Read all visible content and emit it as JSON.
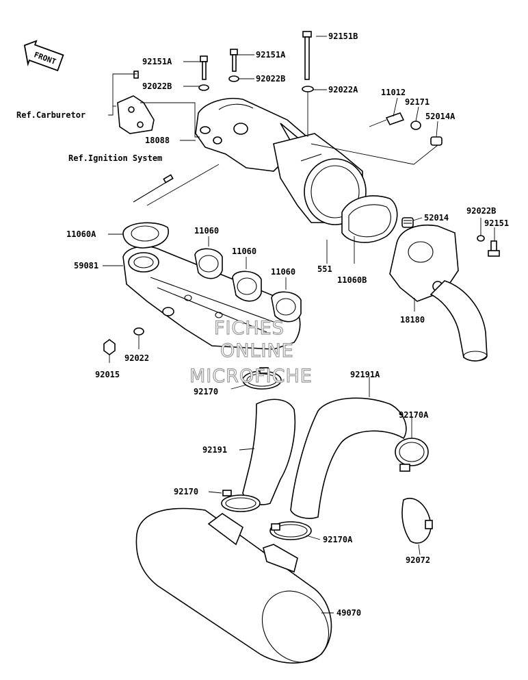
{
  "front_label": "FRONT",
  "refs": {
    "carburetor": "Ref.Carburetor",
    "ignition": "Ref.Ignition System"
  },
  "watermark": {
    "line1": "FICHES",
    "line2": "ONLINE",
    "line3": "MICROFICHE"
  },
  "part_labels": {
    "p92151B": "92151B",
    "p92151A_a": "92151A",
    "p92151A_b": "92151A",
    "p92022B_a": "92022B",
    "p92022B_b": "92022B",
    "p92022A": "92022A",
    "p11012": "11012",
    "p92171": "92171",
    "p52014A": "52014A",
    "p18088": "18088",
    "p11060A": "11060A",
    "p11060_a": "11060",
    "p11060_b": "11060",
    "p11060_c": "11060",
    "p59081": "59081",
    "p52014": "52014",
    "p92022B_c": "92022B",
    "p92151": "92151",
    "p551": "551",
    "p11060B": "11060B",
    "p18180": "18180",
    "p92022": "92022",
    "p92015": "92015",
    "p92191A": "92191A",
    "p92170_a": "92170",
    "p92170A_a": "92170A",
    "p92191": "92191",
    "p92170_b": "92170",
    "p92170A_b": "92170A",
    "p92072": "92072",
    "p49070": "49070"
  }
}
